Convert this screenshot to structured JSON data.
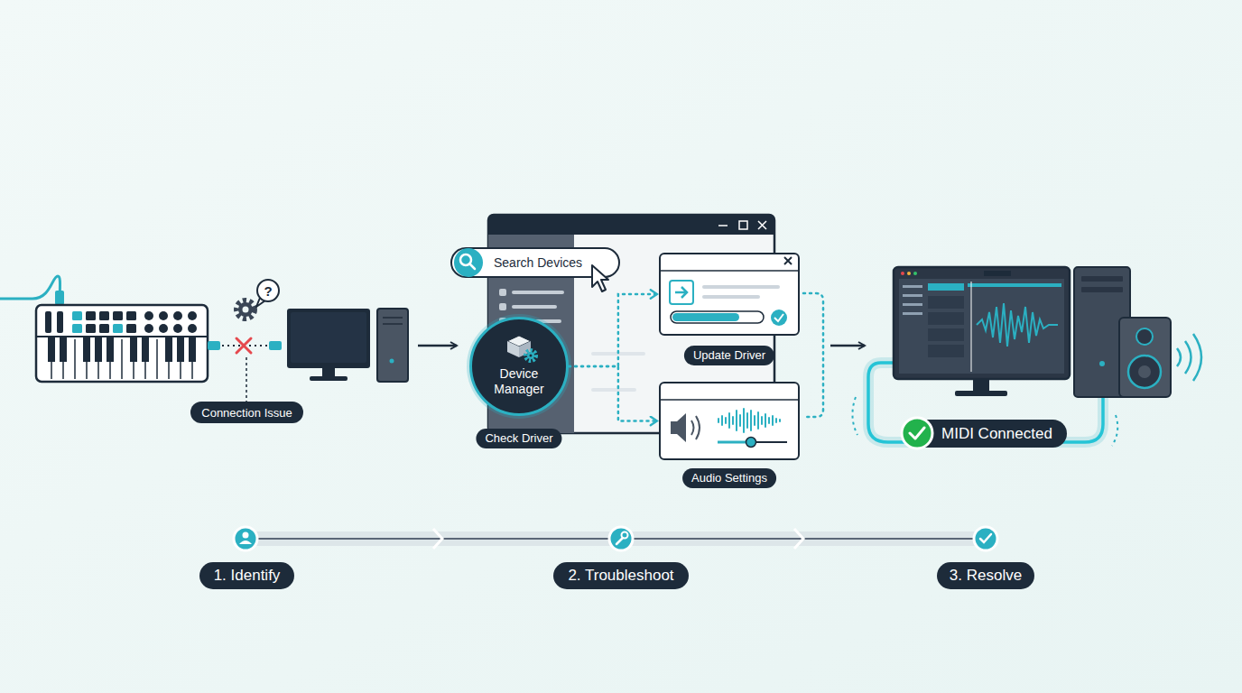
{
  "diagram": {
    "nodes": [
      {
        "text": [
          "Connection Issue"
        ]
      },
      {
        "text": [
          "Search Devices"
        ]
      },
      {
        "text": [
          "Device Manager",
          "Check Driver"
        ]
      },
      {
        "text": [
          "Update Driver"
        ]
      },
      {
        "text": [
          "Audio Settings"
        ]
      },
      {
        "text": [
          "MIDI Connected"
        ]
      },
      {
        "text": [
          "1. Identify"
        ]
      },
      {
        "text": [
          "2. Troubleshoot"
        ]
      },
      {
        "text": [
          "3. Resolve"
        ]
      }
    ],
    "edges": [
      {
        "from": 2,
        "to": 3,
        "arrow": "to"
      },
      {
        "from": 2,
        "to": 4,
        "arrow": "to"
      }
    ],
    "labels": [
      "?"
    ]
  }
}
